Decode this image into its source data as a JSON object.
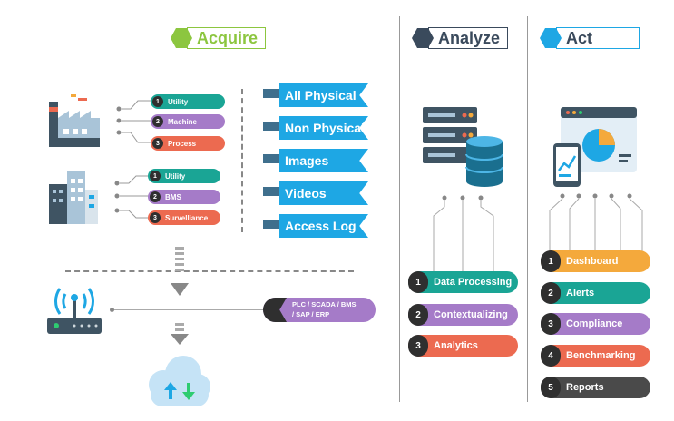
{
  "headers": {
    "acquire": {
      "label": "Acquire",
      "color": "#8cc63f"
    },
    "analyze": {
      "label": "Analyze",
      "color": "#3a4a5c"
    },
    "act": {
      "label": "Act",
      "color": "#1ea7e4"
    }
  },
  "factory_pills": [
    {
      "num": "1",
      "label": "Utility",
      "color": "#1aa595"
    },
    {
      "num": "2",
      "label": "Machine",
      "color": "#a57bc8"
    },
    {
      "num": "3",
      "label": "Process",
      "color": "#ec6a50"
    }
  ],
  "building_pills": [
    {
      "num": "1",
      "label": "Utility",
      "color": "#1aa595"
    },
    {
      "num": "2",
      "label": "BMS",
      "color": "#a57bc8"
    },
    {
      "num": "3",
      "label": "Survelliance",
      "color": "#ec6a50"
    }
  ],
  "data_types": [
    "All Physical",
    "Non Physical",
    "Images",
    "Videos",
    "Access Log"
  ],
  "plc_label": "PLC / SCADA / BMS / SAP / ERP",
  "analyze_steps": [
    {
      "num": "1",
      "label": "Data Processing",
      "color": "#1aa595"
    },
    {
      "num": "2",
      "label": "Contextualizing",
      "color": "#a57bc8"
    },
    {
      "num": "3",
      "label": "Analytics",
      "color": "#ec6a50"
    }
  ],
  "act_steps": [
    {
      "num": "1",
      "label": "Dashboard",
      "color": "#f4a93c"
    },
    {
      "num": "2",
      "label": "Alerts",
      "color": "#1aa595"
    },
    {
      "num": "3",
      "label": "Compliance",
      "color": "#a57bc8"
    },
    {
      "num": "4",
      "label": "Benchmarking",
      "color": "#ec6a50"
    },
    {
      "num": "5",
      "label": "Reports",
      "color": "#4a4a4a"
    }
  ]
}
